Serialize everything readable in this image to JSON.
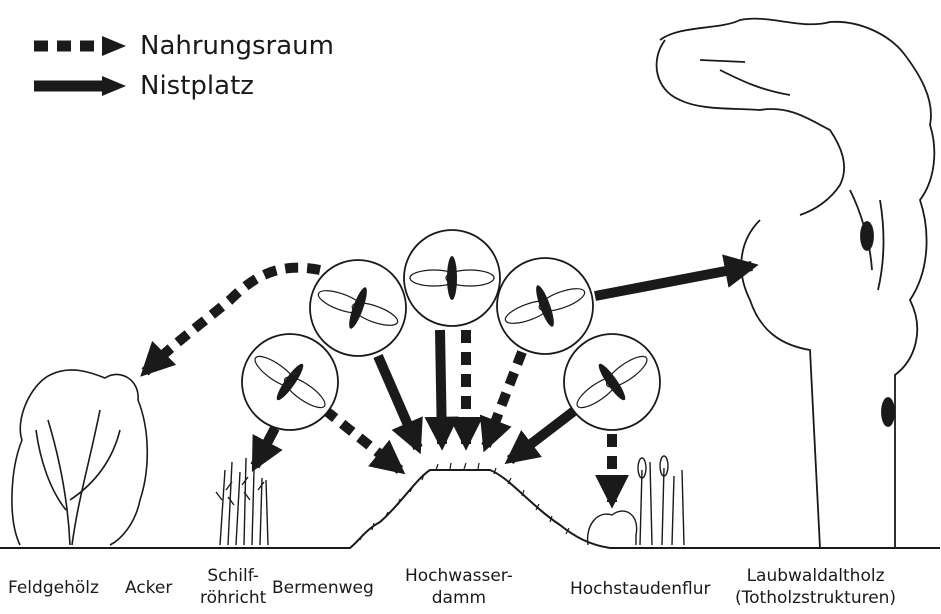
{
  "legend": {
    "items": [
      {
        "label": "Nahrungsraum",
        "style": "dashed"
      },
      {
        "label": "Nistplatz",
        "style": "solid"
      }
    ]
  },
  "habitats": [
    {
      "lines": [
        "Feldgehölz"
      ]
    },
    {
      "lines": [
        "Acker"
      ]
    },
    {
      "lines": [
        "Schilf-",
        "röhricht"
      ]
    },
    {
      "lines": [
        "Bermenweg"
      ]
    },
    {
      "lines": [
        "Hochwasser-",
        "damm"
      ]
    },
    {
      "lines": [
        "Hochstaudenflur"
      ]
    },
    {
      "lines": [
        "Laubwaldaltholz",
        "(Totholzstrukturen)"
      ]
    }
  ],
  "colors": {
    "ink": "#1a1a1a",
    "paper": "#ffffff"
  }
}
